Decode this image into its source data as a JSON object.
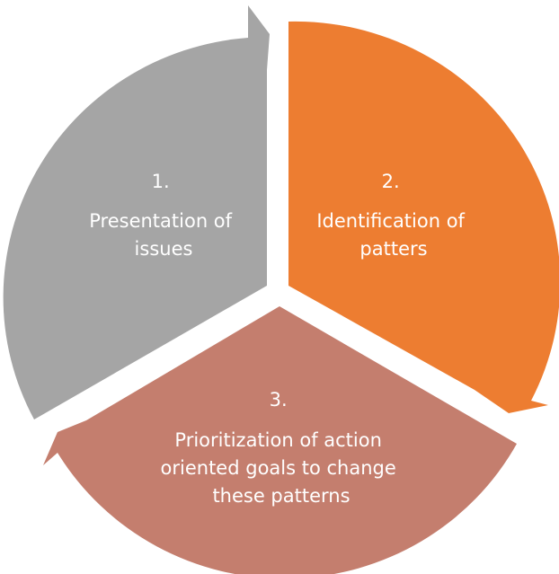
{
  "diagram": {
    "type": "cycle",
    "segments": [
      {
        "number": "1.",
        "line1": "Presentation of",
        "line2": "issues",
        "line3": "",
        "color": "#A5A5A5"
      },
      {
        "number": "2.",
        "line1": "Identification of",
        "line2": "patters",
        "line3": "",
        "color": "#ED7D31"
      },
      {
        "number": "3.",
        "line1": "Prioritization of action",
        "line2": "oriented goals to change",
        "line3": "these patterns",
        "color": "#C47E6E"
      }
    ]
  }
}
